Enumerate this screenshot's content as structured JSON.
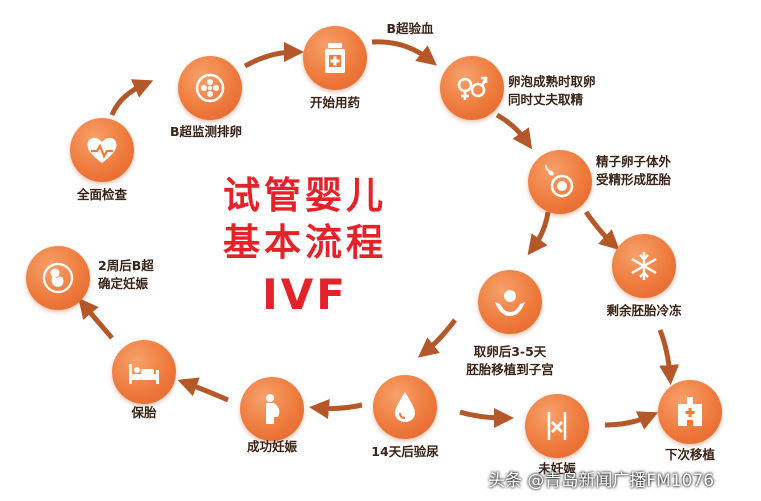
{
  "diagram": {
    "title_line1": "试管婴儿",
    "title_line2": "基本流程",
    "title_line3": "IVF",
    "accent_color": "#ee7a3c",
    "title_color": "#e4222a",
    "steps": {
      "full_exam": {
        "label": "全面检查",
        "icon": "heart-pulse-icon"
      },
      "ultrasound_monitor": {
        "label": "B超监测排卵",
        "icon": "follicle-icon"
      },
      "start_medication": {
        "label": "开始用药",
        "icon": "medicine-bottle-icon"
      },
      "ultrasound_blood": {
        "label": "B超验血",
        "icon": ""
      },
      "egg_retrieval": {
        "label_line1": "卵泡成熟时取卵",
        "label_line2": "同时丈夫取精",
        "icon": "gender-icon"
      },
      "fertilization": {
        "label_line1": "精子卵子体外",
        "label_line2": "受精形成胚胎",
        "icon": "sperm-egg-icon"
      },
      "freeze": {
        "label": "剩余胚胎冷冻",
        "icon": "snowflake-icon"
      },
      "transfer": {
        "label_line1": "取卵后3-5天",
        "label_line2": "胚胎移植到子宫",
        "icon": "hands-embryo-icon"
      },
      "urine_test": {
        "label": "14天后验尿",
        "icon": "drop-icon"
      },
      "not_pregnant": {
        "label": "未妊娠",
        "icon": "cross-belly-icon"
      },
      "next_transfer": {
        "label": "下次移植",
        "icon": "hospital-icon"
      },
      "pregnant": {
        "label": "成功妊娠",
        "icon": "pregnant-icon"
      },
      "keep_fetus": {
        "label": "保胎",
        "icon": "bed-icon"
      },
      "confirm": {
        "label_line1": "2周后B超",
        "label_line2": "确定妊娠",
        "icon": "fetus-icon"
      }
    }
  },
  "watermark": {
    "text": "头条 @青岛新闻广播FM1076"
  }
}
